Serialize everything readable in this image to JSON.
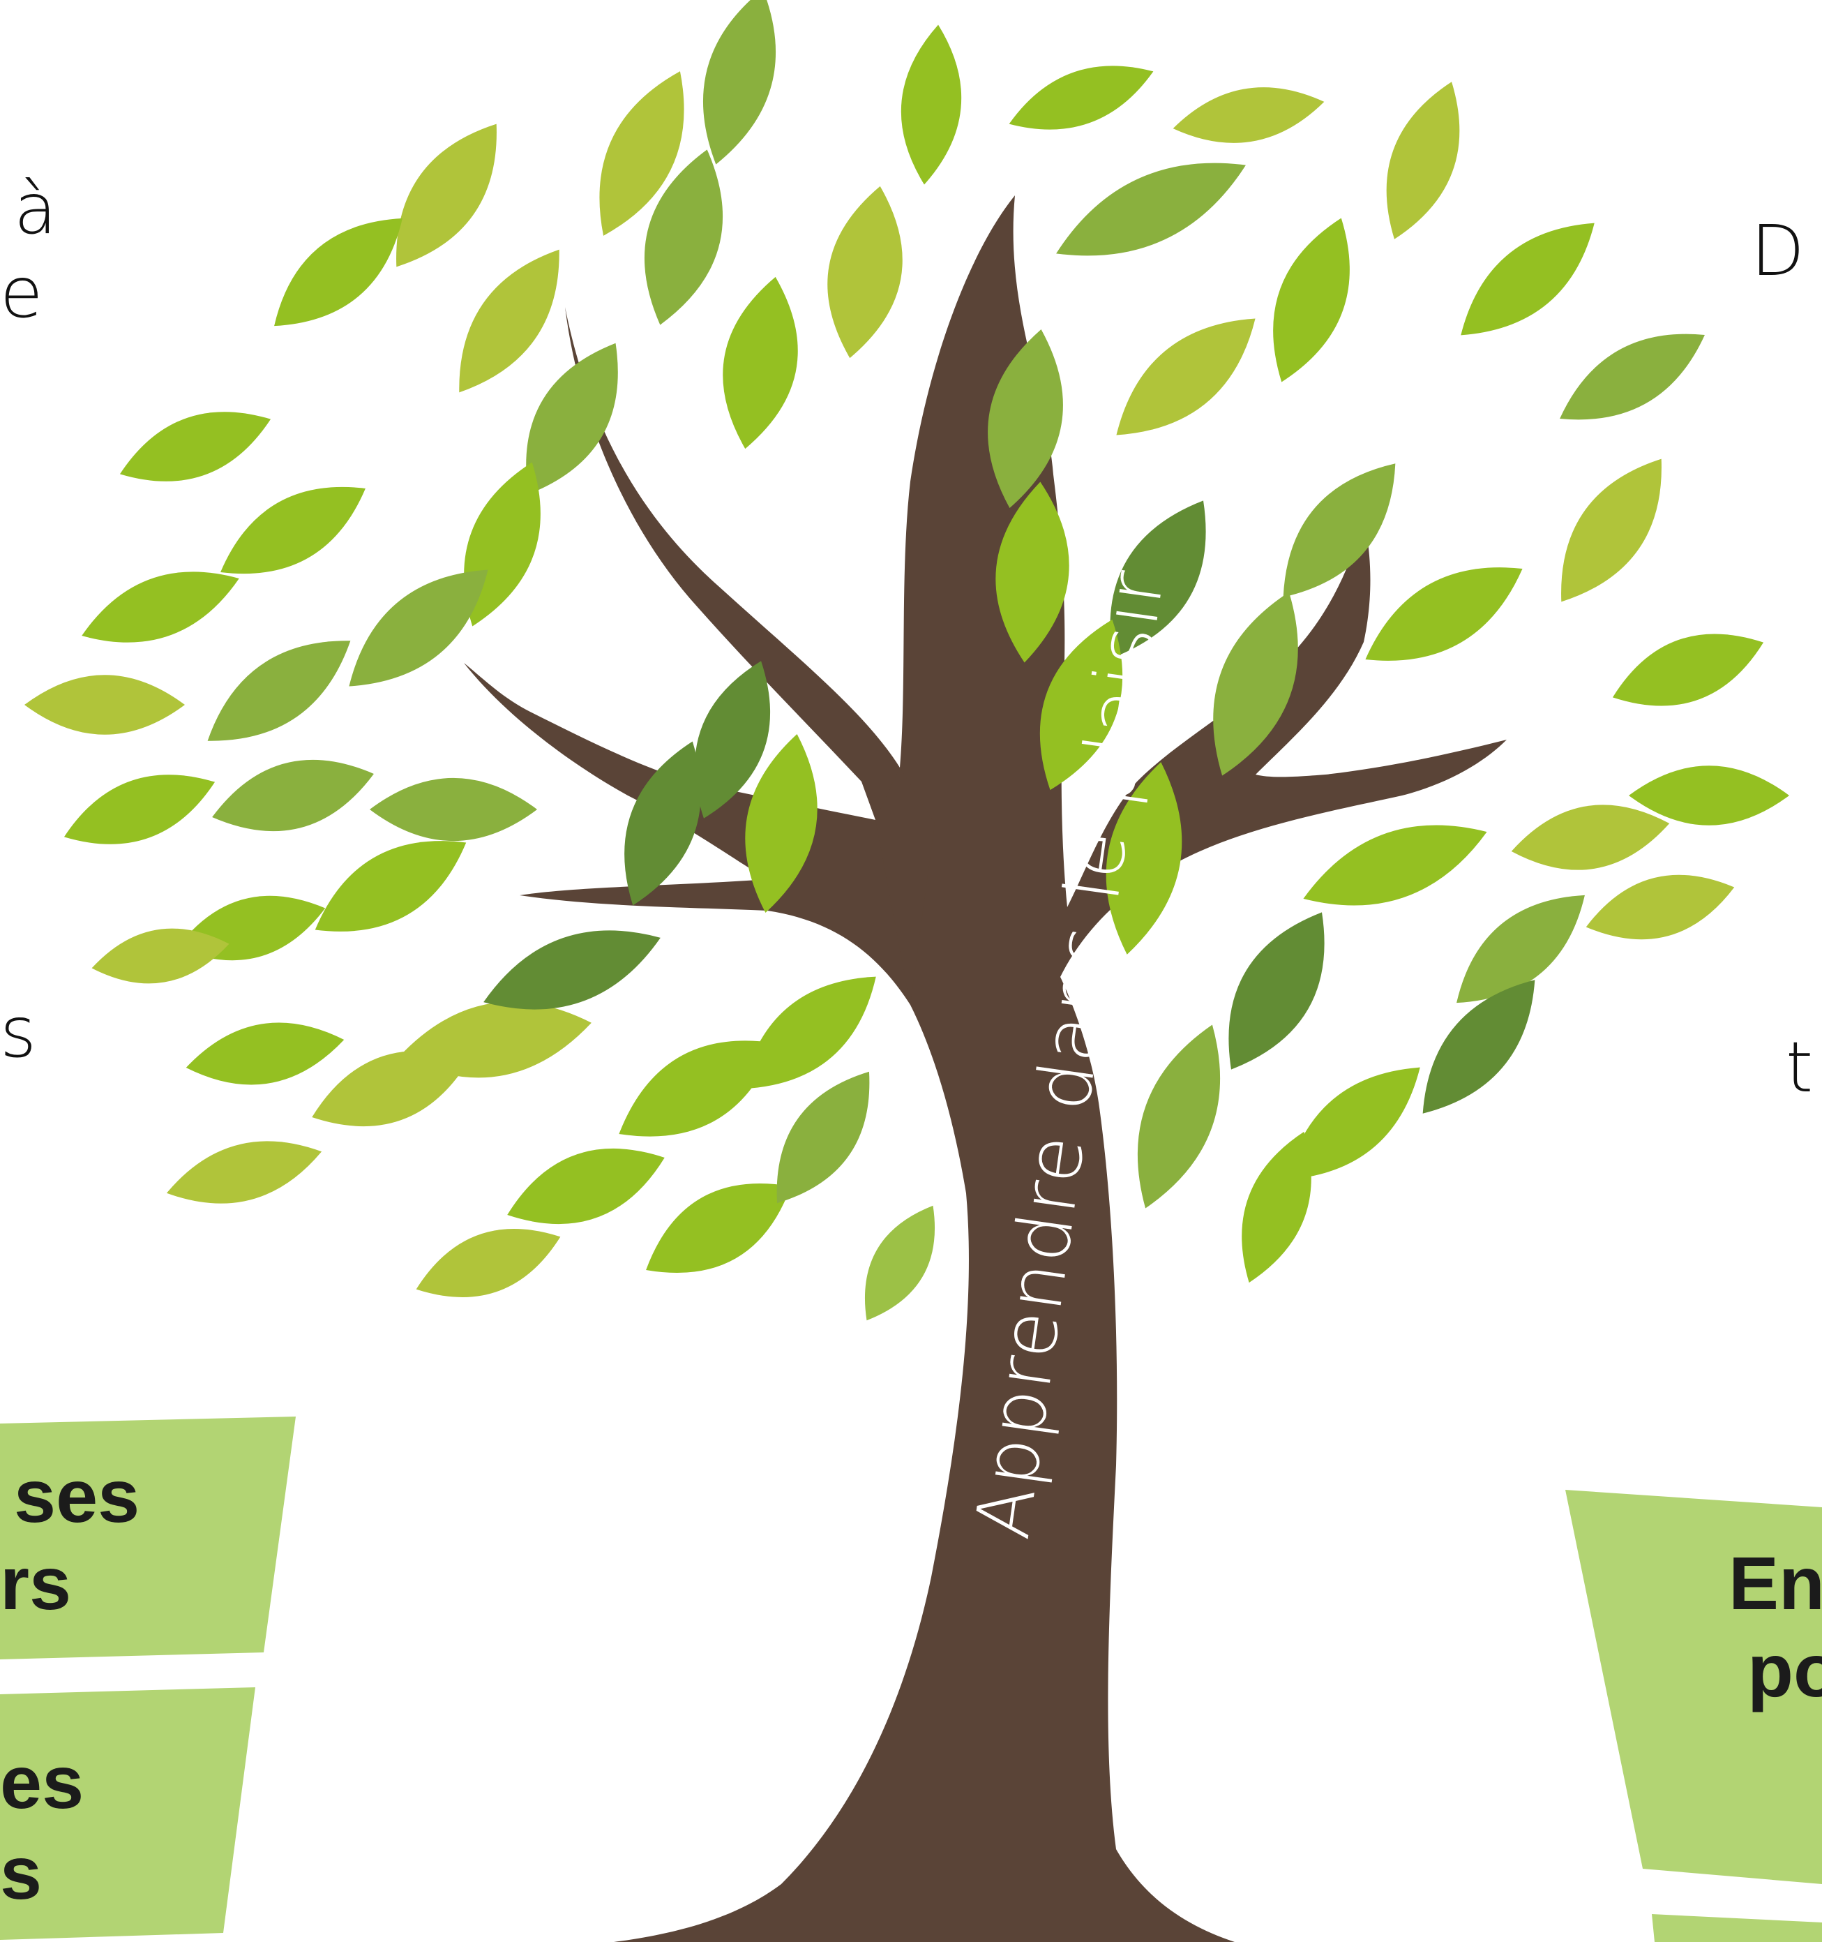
{
  "trunk_text": "Apprendre dans le plaisir",
  "fragments": {
    "top_left_1": "à",
    "top_left_2": "e",
    "mid_left": "s",
    "top_right": "D",
    "mid_right": "t",
    "box_left_1_line1": "ses",
    "box_left_1_line2": "rs",
    "box_left_2_line1": "es",
    "box_left_2_line2": "s",
    "box_right_1_line1": "En",
    "box_right_1_line2": "po"
  },
  "colors": {
    "trunk": "#5a4437",
    "box_fill": "#b2d473",
    "leaf_light": "#b0c43a",
    "leaf_mid": "#94c022",
    "leaf_sage": "#8ab03e",
    "leaf_dark": "#628c34",
    "leaf_fresh": "#9cc146"
  }
}
